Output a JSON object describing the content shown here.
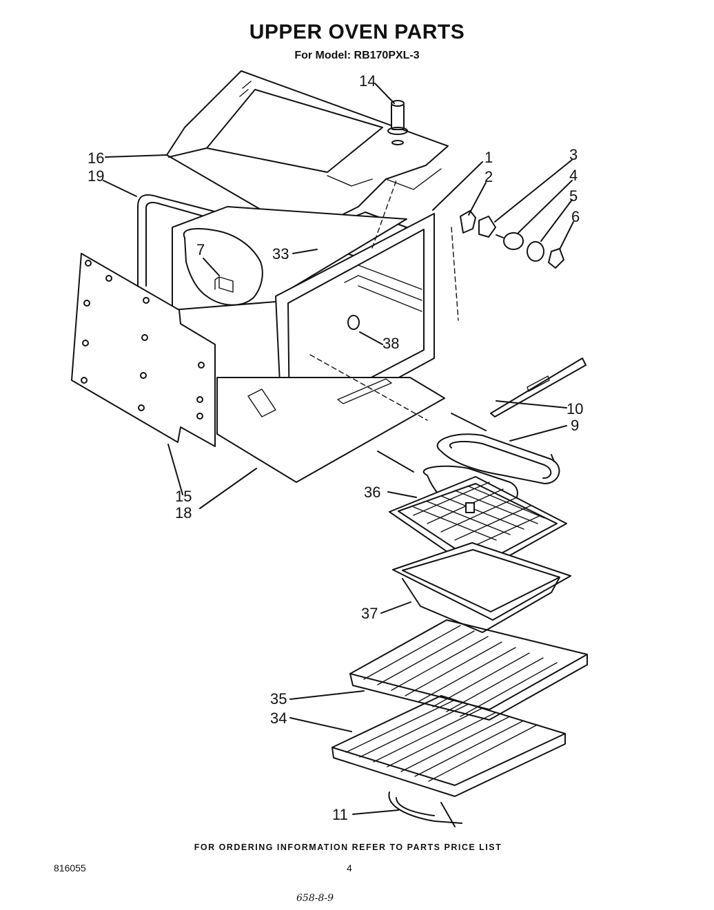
{
  "header": {
    "title": "UPPER OVEN PARTS",
    "model_line": "For Model: RB170PXL-3"
  },
  "callouts": [
    {
      "id": "c14",
      "label": "14"
    },
    {
      "id": "c16",
      "label": "16"
    },
    {
      "id": "c19",
      "label": "19"
    },
    {
      "id": "c1",
      "label": "1"
    },
    {
      "id": "c2",
      "label": "2"
    },
    {
      "id": "c3",
      "label": "3"
    },
    {
      "id": "c4",
      "label": "4"
    },
    {
      "id": "c5",
      "label": "5"
    },
    {
      "id": "c6",
      "label": "6"
    },
    {
      "id": "c7",
      "label": "7"
    },
    {
      "id": "c33",
      "label": "33"
    },
    {
      "id": "c38",
      "label": "38"
    },
    {
      "id": "c10",
      "label": "10"
    },
    {
      "id": "c9",
      "label": "9"
    },
    {
      "id": "c15",
      "label": "15"
    },
    {
      "id": "c18",
      "label": "18"
    },
    {
      "id": "c36",
      "label": "36"
    },
    {
      "id": "c37",
      "label": "37"
    },
    {
      "id": "c35",
      "label": "35"
    },
    {
      "id": "c34",
      "label": "34"
    },
    {
      "id": "c11",
      "label": "11"
    }
  ],
  "footer": {
    "ordering_note": "FOR ORDERING INFORMATION REFER TO PARTS PRICE LIST",
    "doc_number": "816055",
    "page_number": "4",
    "handwritten": "658-8-9"
  }
}
